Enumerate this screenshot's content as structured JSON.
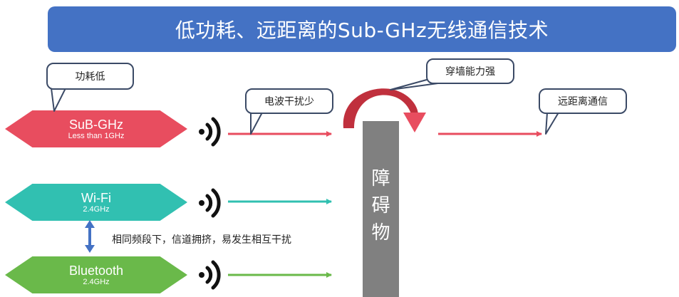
{
  "title": "低功耗、远距离的Sub-GHz无线通信技术",
  "technologies": [
    {
      "name": "SuB-GHz",
      "freq": "Less than 1GHz",
      "color": "#e84d5f"
    },
    {
      "name": "Wi-Fi",
      "freq": "2.4GHz",
      "color": "#31c0b1"
    },
    {
      "name": "Bluetooth",
      "freq": "2.4GHz",
      "color": "#6ab94a"
    }
  ],
  "callouts": {
    "low_power": "功耗低",
    "low_interference": "电波干扰少",
    "penetration": "穿墙能力强",
    "long_range": "远距离通信"
  },
  "obstacle": [
    "障",
    "碍",
    "物"
  ],
  "note": "相同频段下，信道拥挤，易发生相互干扰",
  "colors": {
    "title_bg": "#4472c4",
    "bubble_border": "#3b4a66",
    "wall": "#808080",
    "arrow_red": "#c0303d",
    "arrow_blue": "#4472c4"
  }
}
